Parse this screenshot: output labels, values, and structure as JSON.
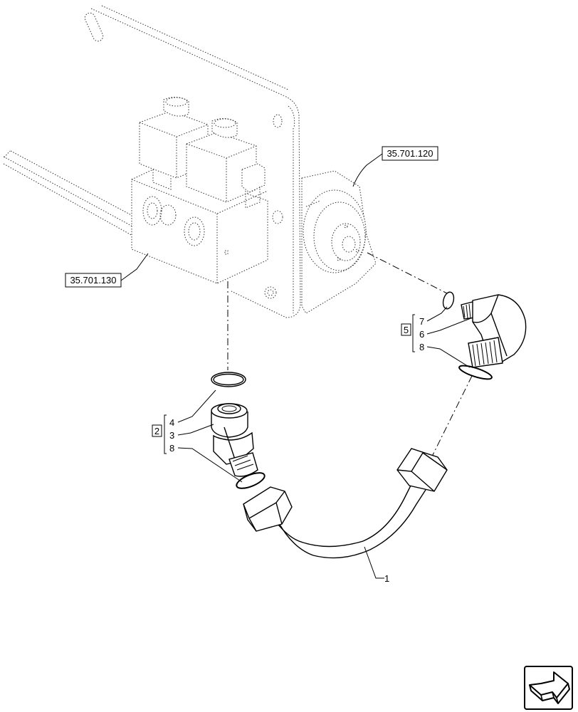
{
  "references": {
    "ref_motor": "35.701.120",
    "ref_valve": "35.701.130"
  },
  "callouts": {
    "kit_right": "5",
    "kit_right_items": [
      "7",
      "6",
      "8"
    ],
    "kit_left": "2",
    "kit_left_items": [
      "4",
      "3",
      "8"
    ],
    "pipe": "1"
  },
  "icons": {
    "nav": "next-page-arrow-icon"
  }
}
